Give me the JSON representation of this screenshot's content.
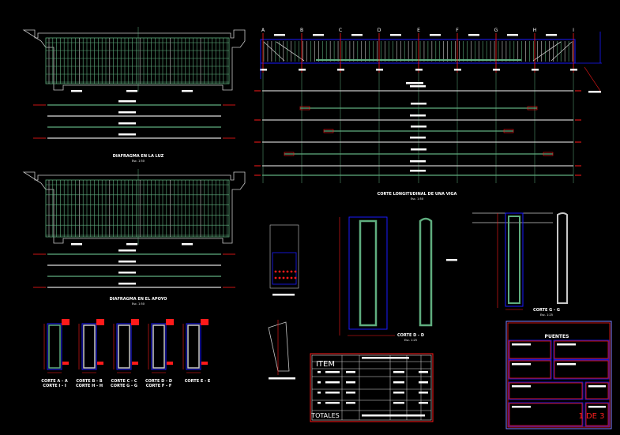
{
  "drawing": {
    "views": {
      "diaphragm_span": {
        "title": "DIAFRAGMA EN LA LUZ",
        "scale": "Esc. 1:50"
      },
      "diaphragm_support": {
        "title": "DIAFRAGMA EN EL APOYO",
        "scale": "Esc. 1:50"
      },
      "longitudinal": {
        "title": "CORTE LONGITUDINAL DE UNA VIGA",
        "scale": "Esc. 1:50"
      },
      "section_dd": {
        "title": "CORTE D - D",
        "scale": "Esc. 1:25"
      },
      "section_gg": {
        "title": "CORTE G - G",
        "scale": "Esc. 1:25"
      },
      "small_sections": [
        {
          "line1": "CORTE A - A",
          "line2": "CORTE I - I"
        },
        {
          "line1": "CORTE B - B",
          "line2": "CORTE H - H"
        },
        {
          "line1": "CORTE C - C",
          "line2": "CORTE G - G"
        },
        {
          "line1": "CORTE D - D",
          "line2": "CORTE F - F"
        },
        {
          "line1": "CORTE E - E",
          "line2": ""
        }
      ]
    },
    "axis_labels": [
      "A",
      "B",
      "C",
      "D",
      "E",
      "F",
      "G",
      "H",
      "I"
    ]
  },
  "table": {
    "item_header": "ITEM",
    "totals_label": "TOTALES"
  },
  "title_block": {
    "project": "PUENTES",
    "sheet": "1 DE 3"
  },
  "colors": {
    "background": "#000000",
    "rebar_green": "#5fae7f",
    "rebar_gray": "#c8c8c8",
    "outline_blue": "#1a1aff",
    "dimension_red": "#ff1a1a"
  }
}
